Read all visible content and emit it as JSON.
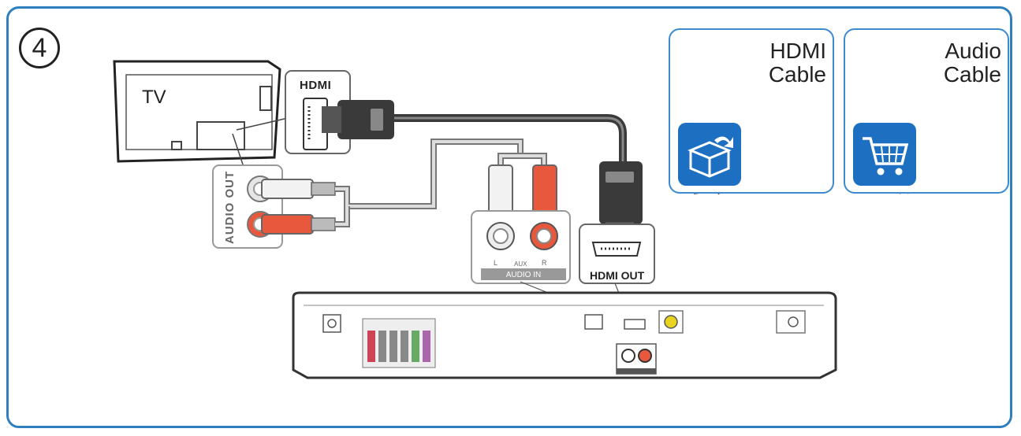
{
  "step_number": "4",
  "tv": {
    "label": "TV"
  },
  "tv_connectors": {
    "hdmi_label": "HDMI",
    "audio_out_label": "AUDIO OUT"
  },
  "home_theater": {
    "hdmi_out_label": "HDMI OUT",
    "aux_left": "L",
    "aux_middle": "AUX",
    "aux_right": "R",
    "audio_in_label": "AUDIO IN"
  },
  "panels": {
    "hdmi_cable": {
      "line1": "HDMI",
      "line2": "Cable",
      "badge_icon": "box-icon"
    },
    "audio_cable": {
      "line1": "Audio",
      "line2": "Cable",
      "badge_icon": "cart-icon"
    }
  },
  "colors": {
    "frame": "#2f7fbf",
    "hdmi_cable": "#3a3a3a",
    "audio_white": "#f2f2f2",
    "audio_red": "#e8583d",
    "badge": "#1d6fc2"
  }
}
